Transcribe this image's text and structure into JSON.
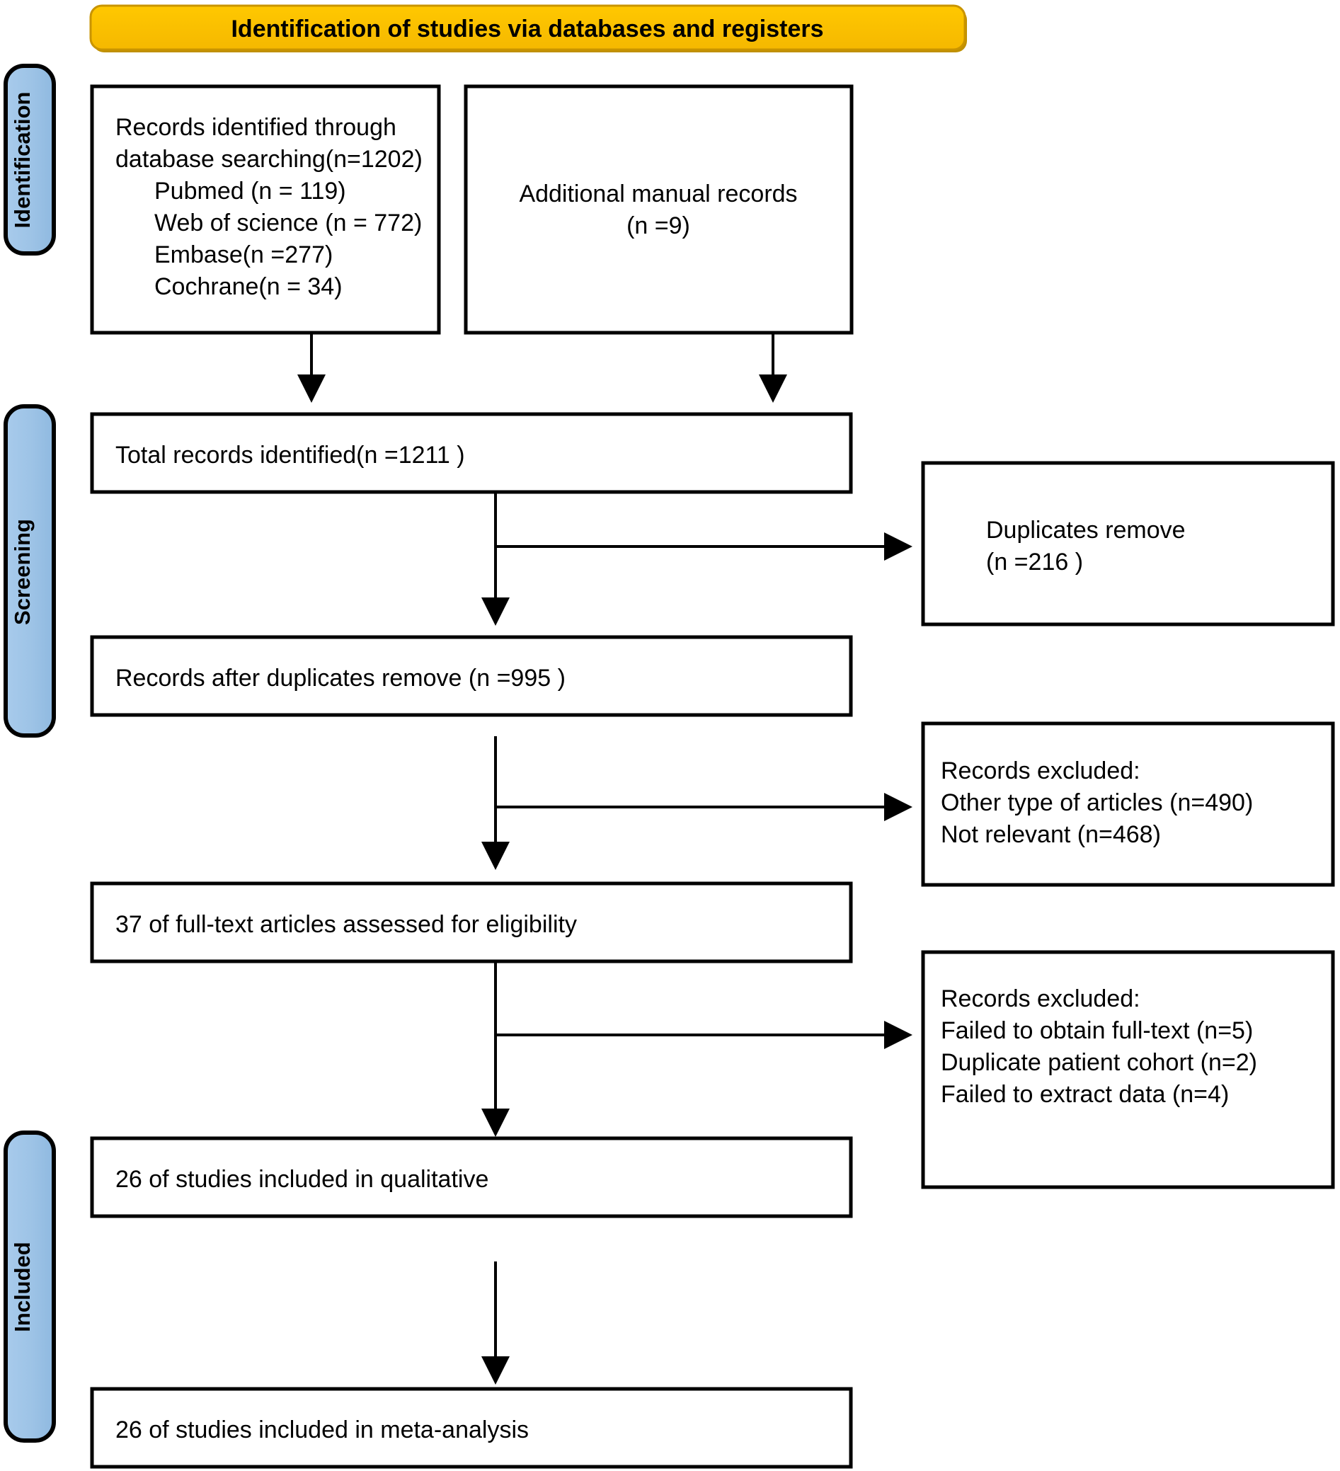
{
  "figure": {
    "type": "prisma-flow-diagram",
    "banner": {
      "label": "Identification of studies via databases and registers",
      "fill": "#FFC000",
      "border": "#BF9000"
    },
    "stage_bar_fill": "#9DC3E6",
    "stage_bar_border": "#000000"
  },
  "stages": [
    {
      "id": "identification",
      "label": "Identification"
    },
    {
      "id": "screening",
      "label": "Screening"
    },
    {
      "id": "included",
      "label": "Included"
    }
  ],
  "boxes": {
    "records_identified": {
      "lines": [
        "Records identified through",
        "database searching(n=1202)",
        "Pubmed (n = 119)",
        "Web of science (n = 772)",
        "Embase(n =277)",
        "Cochrane(n = 34)"
      ],
      "indent_from_line": 2
    },
    "additional_manual": {
      "lines": [
        "Additional manual records",
        "(n =9)"
      ]
    },
    "total_records": {
      "lines": [
        "Total records identified(n =1211 )"
      ]
    },
    "duplicates_removed": {
      "lines": [
        "Duplicates remove",
        "(n =216 )"
      ]
    },
    "records_after_duplicates": {
      "lines": [
        "Records after duplicates remove (n =995 )"
      ]
    },
    "records_excluded_screening": {
      "lines": [
        "Records excluded:",
        "Other type of articles (n=490)",
        "Not relevant (n=468)"
      ]
    },
    "full_text_assessed": {
      "lines": [
        "37 of full-text articles assessed for eligibility"
      ]
    },
    "records_excluded_eligibility": {
      "lines": [
        "Records excluded:",
        "Failed to obtain full-text (n=5)",
        "Duplicate patient cohort (n=2)",
        "Failed to extract data (n=4)"
      ]
    },
    "included_qualitative": {
      "lines": [
        "26 of studies included in qualitative"
      ]
    },
    "included_meta": {
      "lines": [
        "26 of studies included in meta-analysis"
      ]
    }
  },
  "counts": {
    "database_total": 1202,
    "pubmed": 119,
    "web_of_science": 772,
    "embase": 277,
    "cochrane": 34,
    "additional_manual": 9,
    "total_identified": 1211,
    "duplicates_removed": 216,
    "after_duplicates": 995,
    "excluded_other_type": 490,
    "excluded_not_relevant": 468,
    "full_text_assessed": 37,
    "excluded_failed_fulltext": 5,
    "excluded_duplicate_cohort": 2,
    "excluded_failed_extract": 4,
    "included_qualitative": 26,
    "included_meta_analysis": 26
  }
}
